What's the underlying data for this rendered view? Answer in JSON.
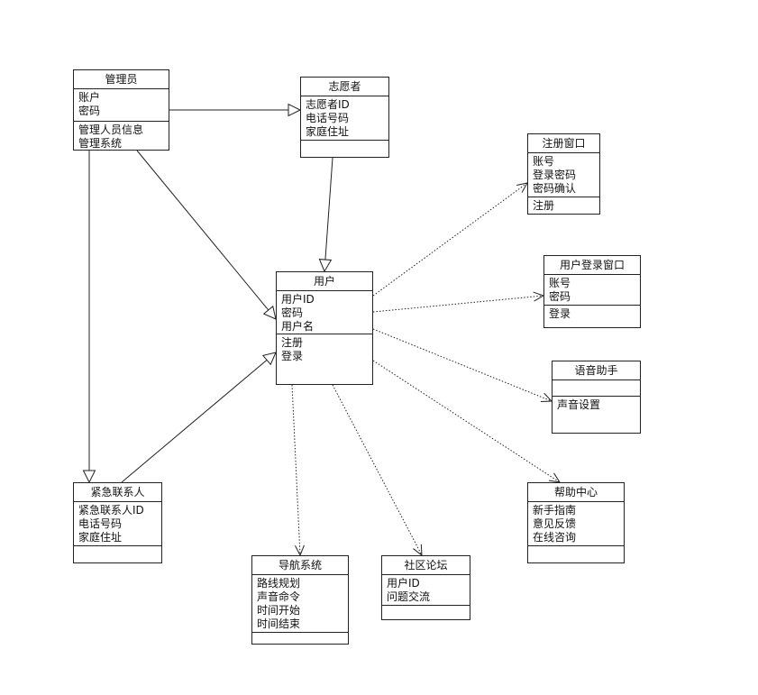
{
  "classes": {
    "admin": {
      "name": "管理员",
      "attrs": [
        "账户",
        "密码"
      ],
      "ops": [
        "管理人员信息",
        "管理系统"
      ]
    },
    "volunteer": {
      "name": "志愿者",
      "attrs": [
        "志愿者ID",
        "电话号码",
        "家庭住址"
      ],
      "ops": []
    },
    "register": {
      "name": "注册窗口",
      "attrs": [
        "账号",
        "登录密码",
        "密码确认"
      ],
      "ops": [
        "注册"
      ]
    },
    "login": {
      "name": "用户登录窗口",
      "attrs": [
        "账号",
        "密码"
      ],
      "ops": [
        "登录"
      ]
    },
    "user": {
      "name": "用户",
      "attrs": [
        "用户ID",
        "密码",
        "用户名"
      ],
      "ops": [
        "注册",
        "登录"
      ]
    },
    "voice": {
      "name": "语音助手",
      "attrs": [],
      "ops": [
        "声音设置"
      ]
    },
    "emergency": {
      "name": "紧急联系人",
      "attrs": [
        "紧急联系人ID",
        "电话号码",
        "家庭住址"
      ],
      "ops": []
    },
    "help": {
      "name": "帮助中心",
      "attrs": [
        "新手指南",
        "意见反馈",
        "在线咨询"
      ],
      "ops": []
    },
    "nav": {
      "name": "导航系统",
      "attrs": [
        "路线规划",
        "声音命令",
        "时间开始",
        "时间结束"
      ],
      "ops": []
    },
    "forum": {
      "name": "社区论坛",
      "attrs": [
        "用户ID",
        "问题交流"
      ],
      "ops": []
    }
  },
  "relations": [
    {
      "from": "admin",
      "to": "volunteer",
      "kind": "generalization"
    },
    {
      "from": "admin",
      "to": "user",
      "kind": "generalization"
    },
    {
      "from": "admin",
      "to": "emergency",
      "kind": "generalization"
    },
    {
      "from": "volunteer",
      "to": "user",
      "kind": "generalization"
    },
    {
      "from": "emergency",
      "to": "user",
      "kind": "generalization"
    },
    {
      "from": "user",
      "to": "register",
      "kind": "dependency"
    },
    {
      "from": "user",
      "to": "login",
      "kind": "dependency"
    },
    {
      "from": "user",
      "to": "voice",
      "kind": "dependency"
    },
    {
      "from": "user",
      "to": "help",
      "kind": "dependency"
    },
    {
      "from": "user",
      "to": "nav",
      "kind": "dependency"
    },
    {
      "from": "user",
      "to": "forum",
      "kind": "dependency"
    }
  ],
  "colors": {
    "line": "#222222",
    "background": "#ffffff"
  }
}
